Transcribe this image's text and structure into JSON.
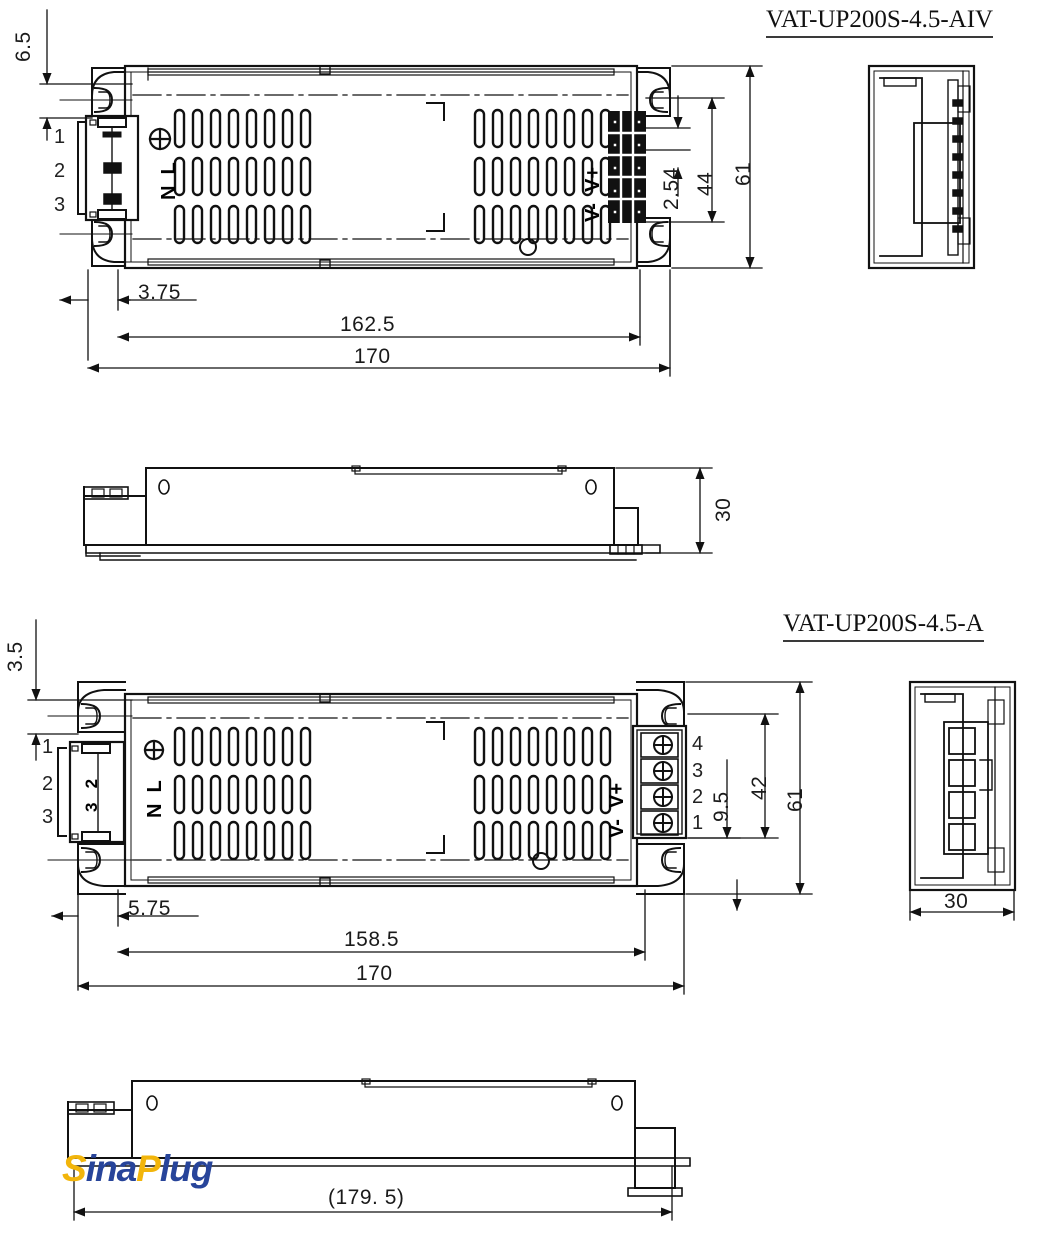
{
  "sheet": {
    "kind": "mechanical-dimension-drawing",
    "units": "mm",
    "watermark": {
      "part1": "S",
      "part2": "ina",
      "part3": "P",
      "part4": "lug",
      "color_yellow": "#F2B50B",
      "color_blue": "#27449A"
    }
  },
  "drawing_top": {
    "title": "VAT-UP200S-4.5-AIV",
    "dimensions": {
      "edge_offset_top": "6.5",
      "pitch": "2.54",
      "terminal_span": "44",
      "width": "61",
      "mount_offset": "3.75",
      "mount_span": "162.5",
      "length": "170",
      "height": "30"
    },
    "input_pins": [
      "1",
      "2",
      "3"
    ],
    "input_labels": {
      "ground": "ground-symbol",
      "neutral": "N",
      "line": "L"
    },
    "output_labels": {
      "negative": "V-",
      "positive": "V+"
    }
  },
  "drawing_bottom": {
    "title": "VAT-UP200S-4.5-A",
    "dimensions": {
      "edge_offset_top": "3.5",
      "terminal_pitch": "9.5",
      "terminal_span": "42",
      "width": "61",
      "mount_offset": "5.75",
      "mount_span": "158.5",
      "length": "170",
      "end_width": "30",
      "overall_length": "(179. 5)"
    },
    "input_pins": [
      "1",
      "2",
      "3"
    ],
    "input_labels": {
      "ground": "ground-symbol",
      "neutral": "N",
      "line": "L"
    },
    "output_labels": {
      "negative": "V-",
      "positive": "V+"
    },
    "terminal_pins": [
      "4",
      "3",
      "2",
      "1"
    ]
  }
}
